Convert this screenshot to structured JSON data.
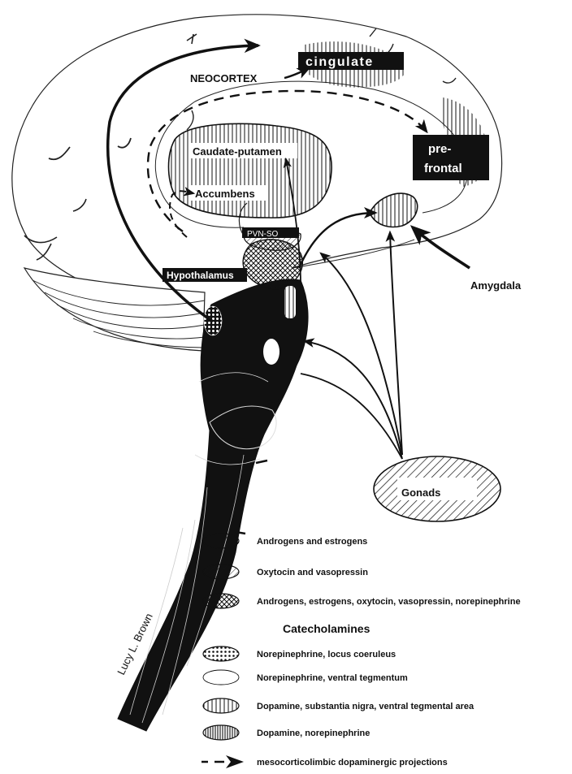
{
  "labels": {
    "neocortex": "NEOCORTEX",
    "cingulate": "cingulate",
    "prefrontal_line1": "pre-",
    "prefrontal_line2": "frontal",
    "caudate_putamen": "Caudate-putamen",
    "accumbens": "Accumbens",
    "pvn_so": "PVN-SO",
    "hypothalamus": "Hypothalamus",
    "amygdala": "Amygdala",
    "gonads": "Gonads",
    "signature": "Lucy L. Brown"
  },
  "legend": {
    "hormones": [
      {
        "pattern": "diag-wide",
        "label": "Androgens and estrogens"
      },
      {
        "pattern": "diag-fine",
        "label": "Oxytocin and vasopressin"
      },
      {
        "pattern": "cross",
        "label": "Androgens, estrogens, oxytocin, vasopressin, norepinephrine"
      }
    ],
    "catecholamines_heading": "Catecholamines",
    "catecholamines": [
      {
        "pattern": "dots",
        "label": "Norepinephrine, locus coeruleus"
      },
      {
        "pattern": "plain",
        "label": "Norepinephrine, ventral tegmentum"
      },
      {
        "pattern": "vert",
        "label": "Dopamine, substantia nigra, ventral tegmental area"
      },
      {
        "pattern": "vert-dense",
        "label": "Dopamine, norepinephrine"
      }
    ],
    "projection_label": "mesocorticolimbic dopaminergic projections"
  }
}
